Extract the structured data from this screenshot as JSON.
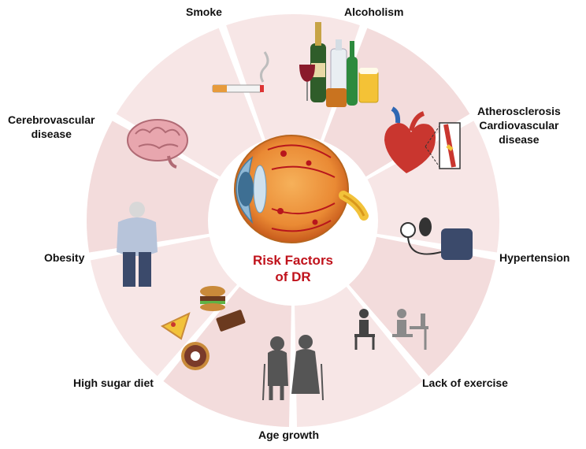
{
  "center": {
    "line1": "Risk Factors",
    "line2": "of DR"
  },
  "segments": [
    {
      "id": "smoke",
      "label": "Smoke",
      "icon": "cigarette-icon"
    },
    {
      "id": "alcoholism",
      "label": "Alcoholism",
      "icon": "alcohol-bottles-icon"
    },
    {
      "id": "athero",
      "label_line1": "Atherosclerosis",
      "label_line2": "Cardiovascular",
      "label_line3": "disease",
      "icon": "heart-artery-icon"
    },
    {
      "id": "hypertension",
      "label": "Hypertension",
      "icon": "blood-pressure-monitor-icon"
    },
    {
      "id": "exercise",
      "label": "Lack of exercise",
      "icon": "sedentary-people-icon"
    },
    {
      "id": "age",
      "label": "Age growth",
      "icon": "elderly-couple-icon"
    },
    {
      "id": "sugar",
      "label": "High sugar diet",
      "icon": "junk-food-icon"
    },
    {
      "id": "obesity",
      "label": "Obesity",
      "icon": "obese-person-icon"
    },
    {
      "id": "cerebro",
      "label_line1": "Cerebrovascular",
      "label_line2": "disease",
      "icon": "brain-icon"
    }
  ],
  "colors": {
    "ring": "#f7e6e6",
    "ring_alt": "#f3dcdc",
    "accent": "#c0121b",
    "eye": "#e8782a"
  }
}
